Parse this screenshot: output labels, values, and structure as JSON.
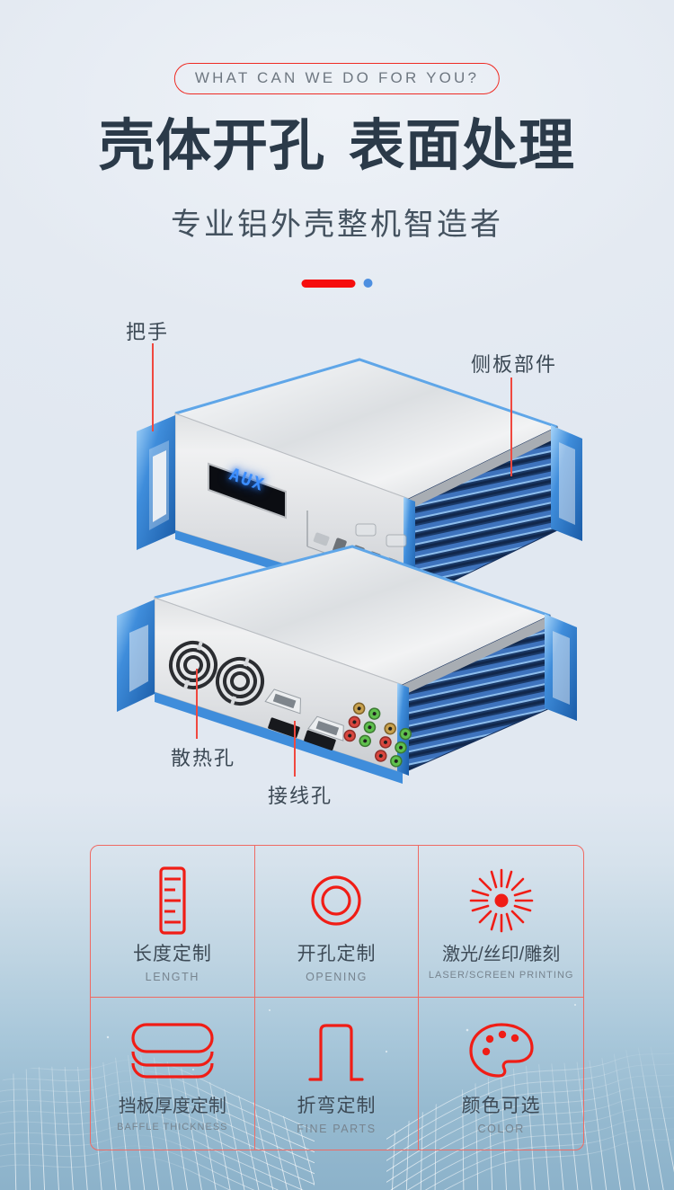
{
  "header": {
    "eyebrow": "WHAT CAN WE DO FOR YOU?",
    "title_part1": "壳体开孔",
    "title_part2": "表面处理",
    "subtitle": "专业铝外壳整机智造者"
  },
  "colors": {
    "accent_red": "#ef2b24",
    "accent_blue": "#4d8fe0",
    "heading": "#2b3a49",
    "background": "#e7ecf3"
  },
  "product": {
    "display_text": "AUX",
    "callouts": [
      {
        "label": "把手"
      },
      {
        "label": "侧板部件"
      },
      {
        "label": "散热孔"
      },
      {
        "label": "接线孔"
      }
    ]
  },
  "features": [
    {
      "icon": "ruler-icon",
      "cn": "长度定制",
      "en": "LENGTH"
    },
    {
      "icon": "circle-icon",
      "cn": "开孔定制",
      "en": "OPENING"
    },
    {
      "icon": "laser-icon",
      "cn": "激光/丝印/雕刻",
      "en": "LASER/SCREEN PRINTING"
    },
    {
      "icon": "stack-icon",
      "cn": "挡板厚度定制",
      "en": "BAFFLE THICKNESS"
    },
    {
      "icon": "bend-icon",
      "cn": "折弯定制",
      "en": "FINE PARTS"
    },
    {
      "icon": "palette-icon",
      "cn": "颜色可选",
      "en": "COLOR"
    }
  ]
}
